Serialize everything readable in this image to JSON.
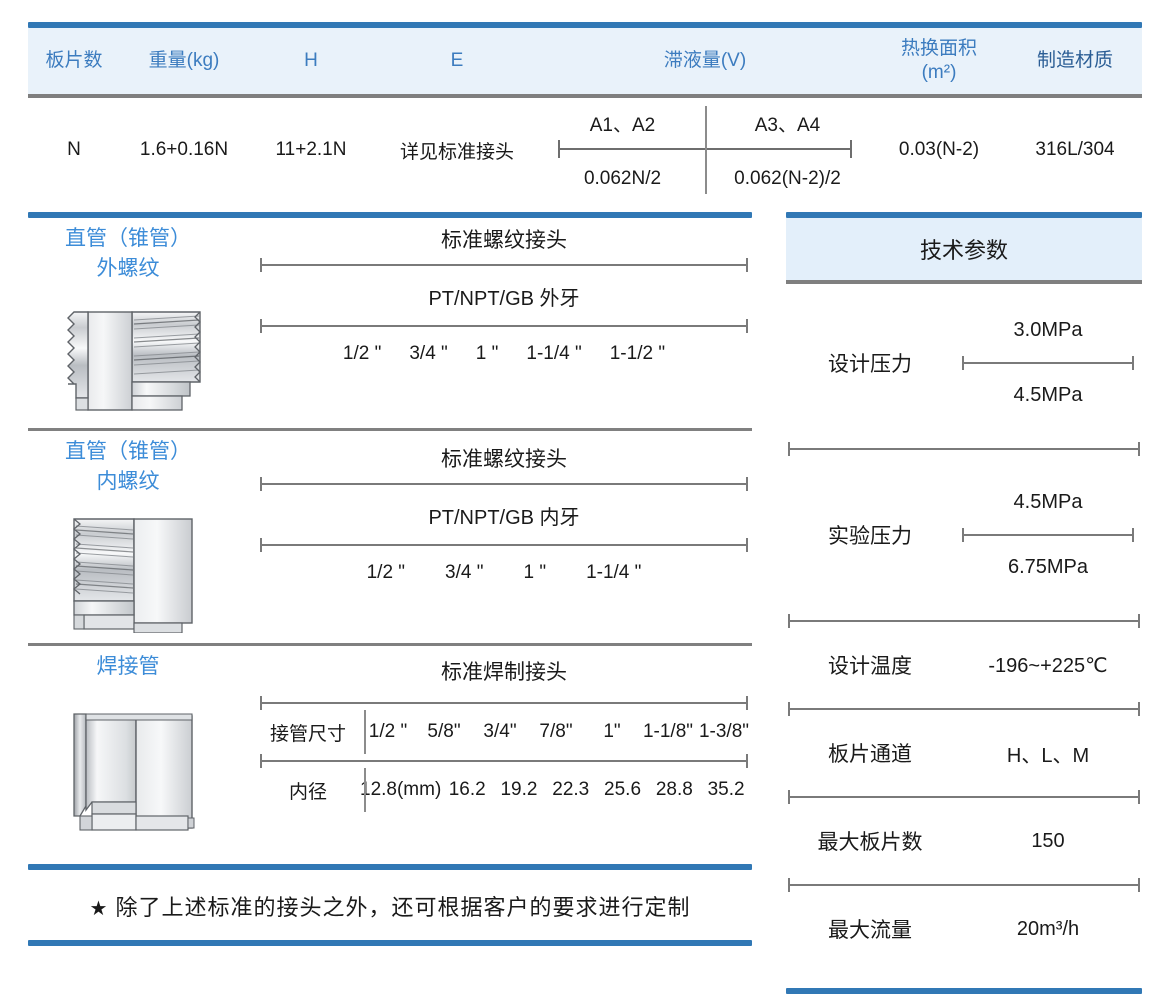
{
  "colors": {
    "accent_blue": "#3178B5",
    "header_bg": "#E9F2FA",
    "header_text": "#3C7CBF",
    "label_blue": "#3C8CD8",
    "rule_gray": "#808080"
  },
  "spec_table": {
    "headers": [
      "板片数",
      "重量(kg)",
      "H",
      "E",
      "滞液量(V)",
      "热换面积",
      "制造材质"
    ],
    "area_unit": "(m²)",
    "row": {
      "plate_count": "N",
      "weight": "1.6+0.16N",
      "h": "11+2.1N",
      "e": "详见标准接头",
      "volume": {
        "left_top": "A1、A2",
        "right_top": "A3、A4",
        "left_bottom": "0.062N/2",
        "right_bottom": "0.062(N-2)/2"
      },
      "heat_area": "0.03(N-2)",
      "material": "316L/304"
    }
  },
  "connectors": [
    {
      "label_line1": "直管（锥管）",
      "label_line2": "外螺纹",
      "art": "male-thread-fitting",
      "title": "标准螺纹接头",
      "middle": "PT/NPT/GB 外牙",
      "sizes": [
        "1/2 \"",
        "3/4 \"",
        "1 \"",
        "1-1/4 \"",
        "1-1/2 \""
      ]
    },
    {
      "label_line1": "直管（锥管）",
      "label_line2": "内螺纹",
      "art": "female-thread-fitting",
      "title": "标准螺纹接头",
      "middle": "PT/NPT/GB 内牙",
      "sizes": [
        "1/2 \"",
        "3/4 \"",
        "1 \"",
        "1-1/4 \""
      ]
    }
  ],
  "welded": {
    "label_line1": "焊接管",
    "art": "welded-pipe-fitting",
    "title": "标准焊制接头",
    "rows": [
      {
        "label": "接管尺寸",
        "values": [
          "1/2 \"",
          "5/8\"",
          "3/4\"",
          "7/8\"",
          "1\"",
          "1-1/8\"",
          "1-3/8\""
        ]
      },
      {
        "label": "内径",
        "values": [
          "12.8(mm)",
          "16.2",
          "19.2",
          "22.3",
          "25.6",
          "28.8",
          "35.2"
        ]
      }
    ]
  },
  "note": {
    "star": "★",
    "text": "除了上述标准的接头之外，还可根据客户的要求进行定制"
  },
  "tech_params": {
    "title": "技术参数",
    "ranged": [
      {
        "key": "设计压力",
        "top": "3.0MPa",
        "bottom": "4.5MPa"
      },
      {
        "key": "实验压力",
        "top": "4.5MPa",
        "bottom": "6.75MPa"
      }
    ],
    "simple": [
      {
        "key": "设计温度",
        "value": "-196~+225℃"
      },
      {
        "key": "板片通道",
        "value": "H、L、M"
      },
      {
        "key": "最大板片数",
        "value": "150"
      },
      {
        "key": "最大流量",
        "value": "20m³/h"
      }
    ]
  }
}
